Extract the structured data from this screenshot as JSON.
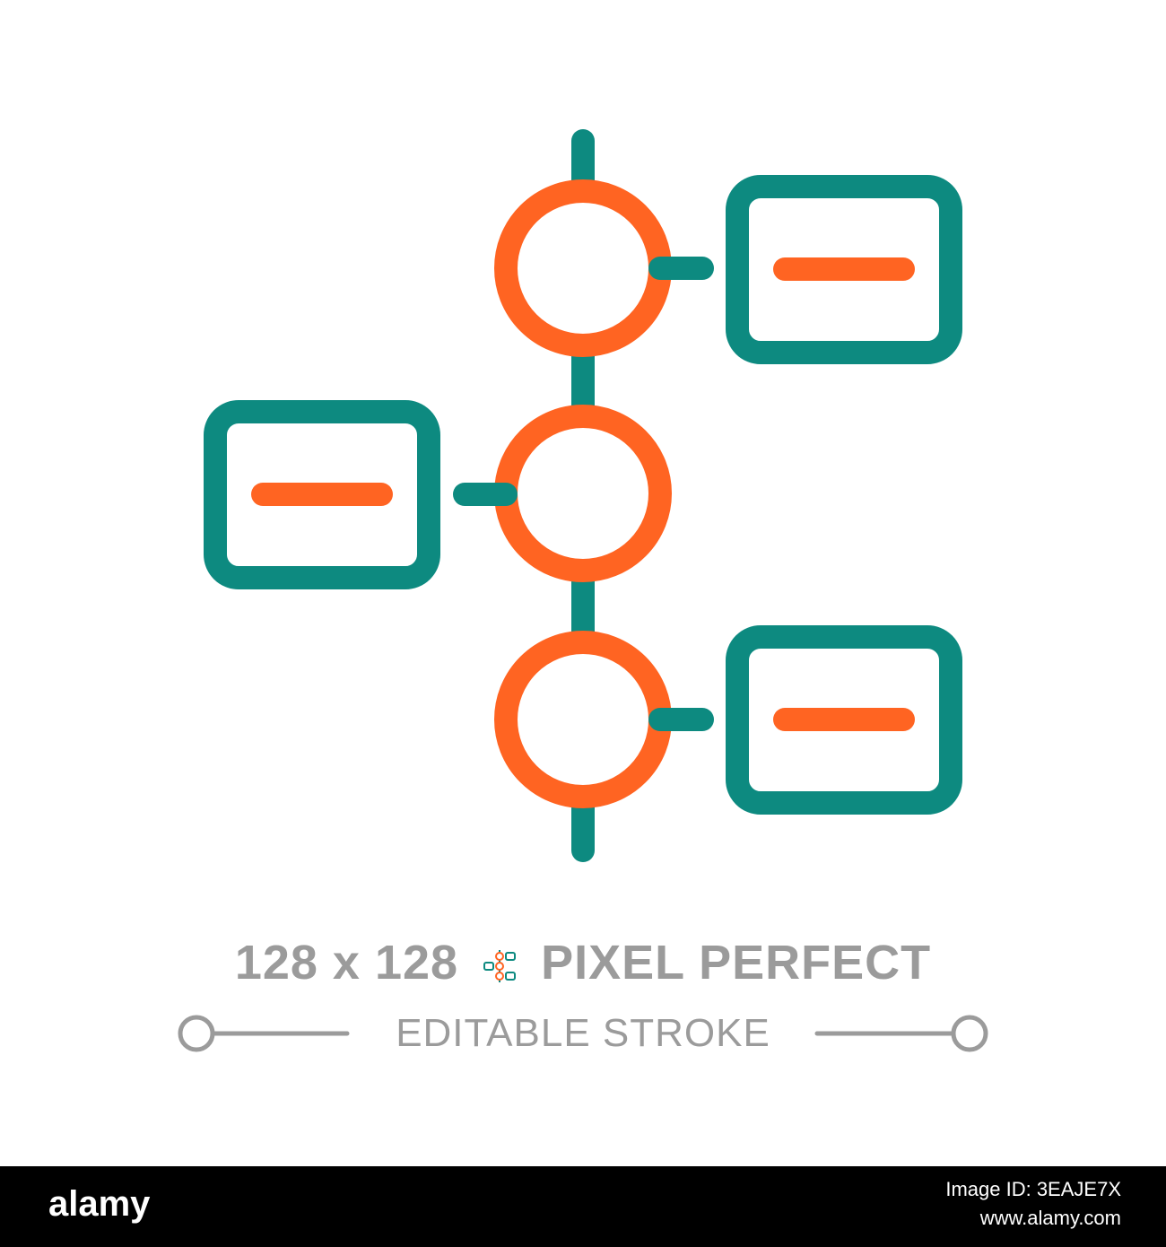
{
  "colors": {
    "teal": "#0d8a80",
    "orange": "#ff6422",
    "gray": "#9b9b9b",
    "footer_bg": "#000000"
  },
  "icon": {
    "name": "timeline-icon",
    "nodes": 3,
    "cards": [
      "right",
      "left",
      "right"
    ]
  },
  "headline": {
    "size_left": "128 x 128",
    "mini_icon": "timeline-mini-icon",
    "title": "PIXEL PERFECT"
  },
  "subline": {
    "text": "EDITABLE STROKE"
  },
  "footer": {
    "brand": "alamy",
    "image_ref": "Image ID: 3EAJE7X",
    "site": "www.alamy.com"
  }
}
